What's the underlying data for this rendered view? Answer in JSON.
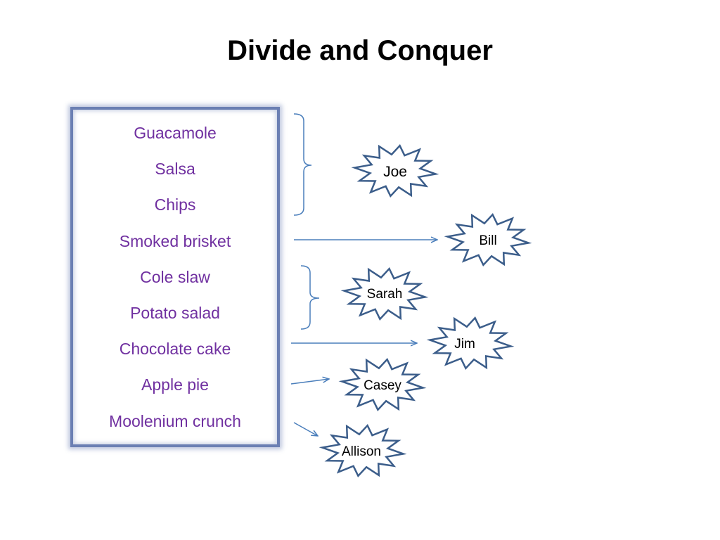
{
  "title": "Divide and Conquer",
  "foods": [
    "Guacamole",
    "Salsa",
    "Chips",
    "Smoked brisket",
    "Cole slaw",
    "Potato salad",
    "Chocolate cake",
    "Apple pie",
    "Moolenium crunch"
  ],
  "people": [
    "Joe",
    "Bill",
    "Sarah",
    "Jim",
    "Casey",
    "Allison"
  ],
  "colors": {
    "food_text": "#7030a0",
    "box_border": "#6b7fb3",
    "connector": "#4a7ebb",
    "star_stroke": "#3b5d8a"
  }
}
